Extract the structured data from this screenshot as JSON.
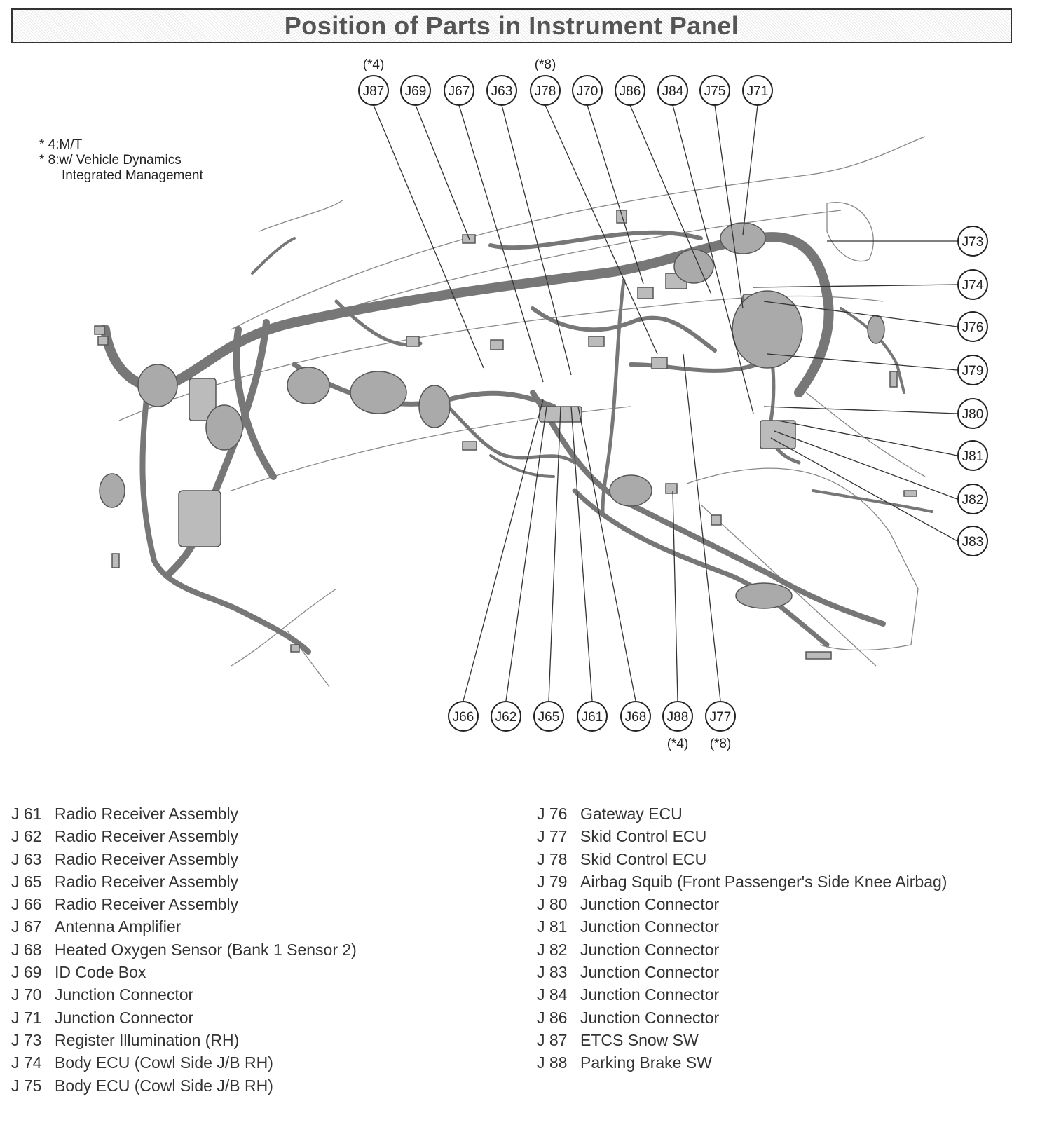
{
  "title": "Position of Parts in Instrument Panel",
  "footnotes": [
    {
      "text": "* 4:M/T"
    },
    {
      "text": "* 8:w/ Vehicle Dynamics"
    },
    {
      "text": "Integrated Management"
    }
  ],
  "callouts_top": [
    {
      "label": "J87",
      "note": "(*4)"
    },
    {
      "label": "J69",
      "note": ""
    },
    {
      "label": "J67",
      "note": ""
    },
    {
      "label": "J63",
      "note": ""
    },
    {
      "label": "J78",
      "note": "(*8)"
    },
    {
      "label": "J70",
      "note": ""
    },
    {
      "label": "J86",
      "note": ""
    },
    {
      "label": "J84",
      "note": ""
    },
    {
      "label": "J75",
      "note": ""
    },
    {
      "label": "J71",
      "note": ""
    }
  ],
  "callouts_right": [
    {
      "label": "J73"
    },
    {
      "label": "J74"
    },
    {
      "label": "J76"
    },
    {
      "label": "J79"
    },
    {
      "label": "J80"
    },
    {
      "label": "J81"
    },
    {
      "label": "J82"
    },
    {
      "label": "J83"
    }
  ],
  "callouts_bottom": [
    {
      "label": "J66",
      "note": ""
    },
    {
      "label": "J62",
      "note": ""
    },
    {
      "label": "J65",
      "note": ""
    },
    {
      "label": "J61",
      "note": ""
    },
    {
      "label": "J68",
      "note": ""
    },
    {
      "label": "J88",
      "note": "(*4)"
    },
    {
      "label": "J77",
      "note": "(*8)"
    }
  ],
  "legend_left": [
    {
      "code": "J 61",
      "name": "Radio Receiver Assembly"
    },
    {
      "code": "J 62",
      "name": "Radio Receiver Assembly"
    },
    {
      "code": "J 63",
      "name": "Radio Receiver Assembly"
    },
    {
      "code": "J 65",
      "name": "Radio Receiver Assembly"
    },
    {
      "code": "J 66",
      "name": "Radio Receiver Assembly"
    },
    {
      "code": "J 67",
      "name": "Antenna Amplifier"
    },
    {
      "code": "J 68",
      "name": "Heated Oxygen Sensor (Bank 1 Sensor 2)"
    },
    {
      "code": "J 69",
      "name": "ID Code Box"
    },
    {
      "code": "J 70",
      "name": "Junction Connector"
    },
    {
      "code": "J 71",
      "name": "Junction Connector"
    },
    {
      "code": "J 73",
      "name": "Register Illumination (RH)"
    },
    {
      "code": "J 74",
      "name": "Body ECU (Cowl Side J/B RH)"
    },
    {
      "code": "J 75",
      "name": "Body ECU (Cowl Side J/B RH)"
    }
  ],
  "legend_right": [
    {
      "code": "J 76",
      "name": "Gateway ECU"
    },
    {
      "code": "J 77",
      "name": "Skid Control ECU"
    },
    {
      "code": "J 78",
      "name": "Skid Control ECU"
    },
    {
      "code": "J 79",
      "name": "Airbag Squib (Front Passenger's Side Knee Airbag)"
    },
    {
      "code": "J 80",
      "name": "Junction Connector"
    },
    {
      "code": "J 81",
      "name": "Junction Connector"
    },
    {
      "code": "J 82",
      "name": "Junction Connector"
    },
    {
      "code": "J 83",
      "name": "Junction Connector"
    },
    {
      "code": "J 84",
      "name": "Junction Connector"
    },
    {
      "code": "J 86",
      "name": "Junction Connector"
    },
    {
      "code": "J 87",
      "name": "ETCS Snow SW"
    },
    {
      "code": "J 88",
      "name": "Parking Brake SW"
    }
  ]
}
